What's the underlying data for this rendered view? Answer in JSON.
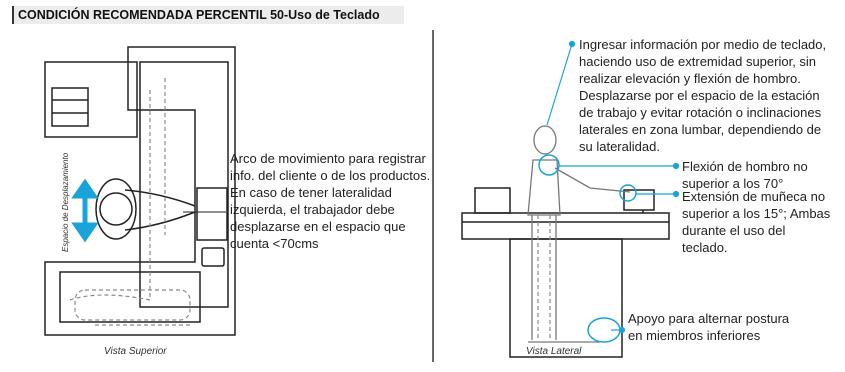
{
  "header": {
    "title": "CONDICIÓN RECOMENDADA PERCENTIL 50-Uso de Teclado"
  },
  "top_view": {
    "caption": "Vista Superior",
    "side_label": "Espacio de Desplazamiento",
    "note": "Arco de movimiento para registrar info. del cliente o de los productos. En caso de tener lateralidad izquierda, el trabajador debe desplazarse en el espacio que cuenta <70cms"
  },
  "side_view": {
    "caption": "Vista Lateral",
    "note_main": "Ingresar información por medio de teclado, haciendo uso de extremidad superior, sin realizar elevación y flexión de hombro. Desplazarse por el espacio de la estación de trabajo y evitar rotación o inclinaciones laterales en zona lumbar, dependiendo de su lateralidad.",
    "note_shoulder": "Flexión de hombro no superior a los 70°",
    "note_wrist": "Extensión de muñeca no superior a los 15°; Ambas durante el uso del teclado.",
    "note_feet": "Apoyo para alternar postura en miembros inferiores"
  },
  "colors": {
    "accent": "#1aa3d9",
    "line": "#222222",
    "dashed": "#8a8a8a"
  }
}
